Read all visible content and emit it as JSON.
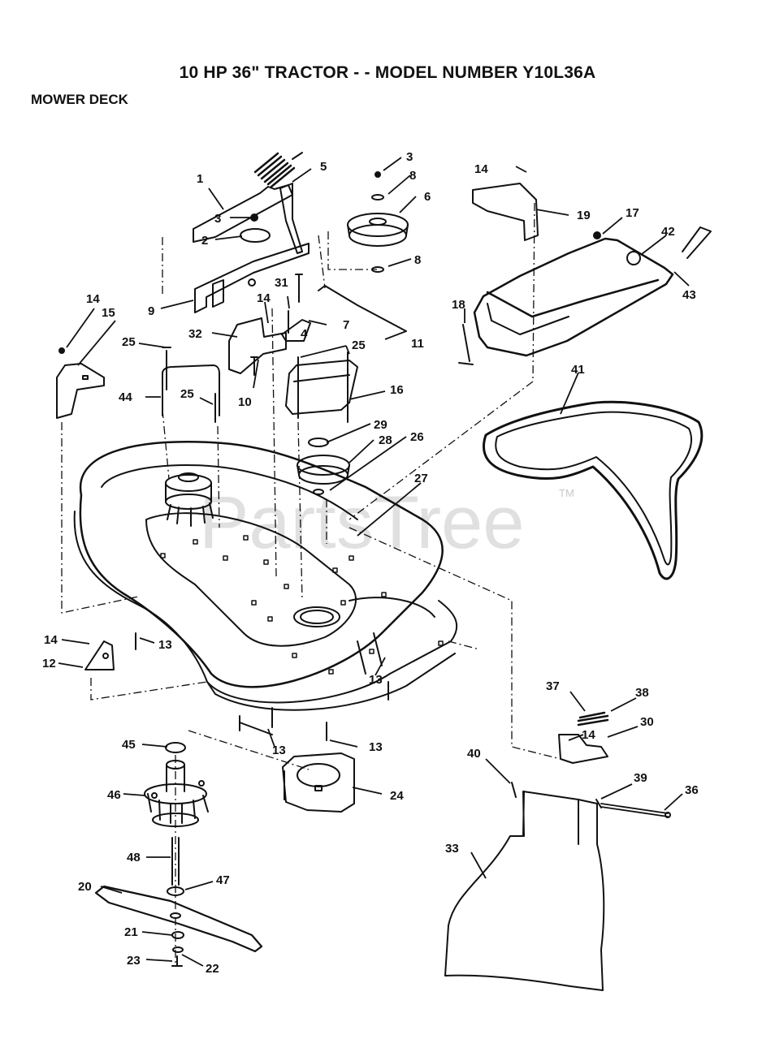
{
  "header": {
    "title": "10 HP 36\" TRACTOR - - MODEL NUMBER Y10L36A",
    "section": "MOWER DECK"
  },
  "watermark": {
    "text": "PartsTree",
    "trademark": "TM"
  },
  "parts": [
    {
      "id": "p1",
      "label": "1"
    },
    {
      "id": "p2",
      "label": "2"
    },
    {
      "id": "p3a",
      "label": "3"
    },
    {
      "id": "p3b",
      "label": "3"
    },
    {
      "id": "p4",
      "label": "4"
    },
    {
      "id": "p5",
      "label": "5"
    },
    {
      "id": "p6",
      "label": "6"
    },
    {
      "id": "p7",
      "label": "7"
    },
    {
      "id": "p8a",
      "label": "8"
    },
    {
      "id": "p8b",
      "label": "8"
    },
    {
      "id": "p9",
      "label": "9"
    },
    {
      "id": "p10",
      "label": "10"
    },
    {
      "id": "p11",
      "label": "11"
    },
    {
      "id": "p12",
      "label": "12"
    },
    {
      "id": "p13a",
      "label": "13"
    },
    {
      "id": "p13b",
      "label": "13"
    },
    {
      "id": "p13c",
      "label": "13"
    },
    {
      "id": "p13d",
      "label": "13"
    },
    {
      "id": "p14a",
      "label": "14"
    },
    {
      "id": "p14b",
      "label": "14"
    },
    {
      "id": "p14c",
      "label": "14"
    },
    {
      "id": "p14d",
      "label": "14"
    },
    {
      "id": "p14e",
      "label": "14"
    },
    {
      "id": "p15",
      "label": "15"
    },
    {
      "id": "p16",
      "label": "16"
    },
    {
      "id": "p17",
      "label": "17"
    },
    {
      "id": "p18",
      "label": "18"
    },
    {
      "id": "p19",
      "label": "19"
    },
    {
      "id": "p20",
      "label": "20"
    },
    {
      "id": "p21",
      "label": "21"
    },
    {
      "id": "p22",
      "label": "22"
    },
    {
      "id": "p23",
      "label": "23"
    },
    {
      "id": "p24",
      "label": "24"
    },
    {
      "id": "p25a",
      "label": "25"
    },
    {
      "id": "p25b",
      "label": "25"
    },
    {
      "id": "p25c",
      "label": "25"
    },
    {
      "id": "p26",
      "label": "26"
    },
    {
      "id": "p27",
      "label": "27"
    },
    {
      "id": "p28",
      "label": "28"
    },
    {
      "id": "p29",
      "label": "29"
    },
    {
      "id": "p30",
      "label": "30"
    },
    {
      "id": "p31",
      "label": "31"
    },
    {
      "id": "p32",
      "label": "32"
    },
    {
      "id": "p33",
      "label": "33"
    },
    {
      "id": "p36",
      "label": "36"
    },
    {
      "id": "p37",
      "label": "37"
    },
    {
      "id": "p38",
      "label": "38"
    },
    {
      "id": "p39",
      "label": "39"
    },
    {
      "id": "p40",
      "label": "40"
    },
    {
      "id": "p41",
      "label": "41"
    },
    {
      "id": "p42",
      "label": "42"
    },
    {
      "id": "p43",
      "label": "43"
    },
    {
      "id": "p44",
      "label": "44"
    },
    {
      "id": "p45",
      "label": "45"
    },
    {
      "id": "p46",
      "label": "46"
    },
    {
      "id": "p47",
      "label": "47"
    },
    {
      "id": "p48",
      "label": "48"
    }
  ]
}
